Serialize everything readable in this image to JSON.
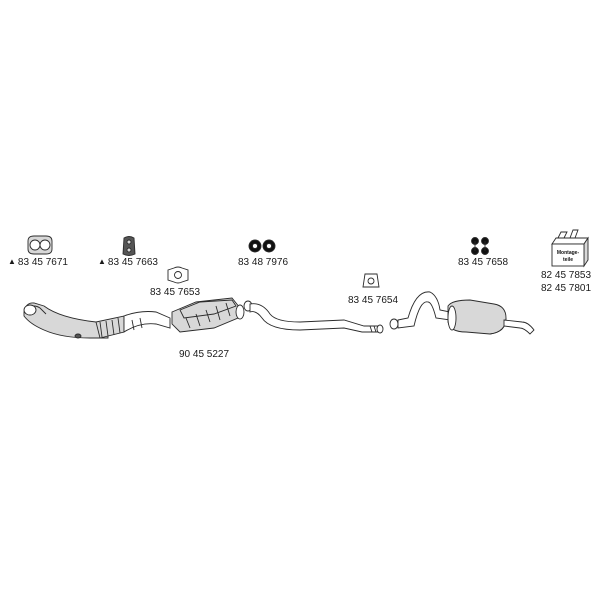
{
  "parts": [
    {
      "id": "gasket-front",
      "marker": "▲",
      "number": "83 45 7671"
    },
    {
      "id": "gasket-flange",
      "marker": "▲",
      "number": "83 45 7663"
    },
    {
      "id": "gasket-cat-inlet",
      "marker": "",
      "number": "83 45 7653"
    },
    {
      "id": "rubber-mount",
      "marker": "",
      "number": "83 48 7976"
    },
    {
      "id": "front-pipe-cat",
      "marker": "",
      "number": "90 45 5227"
    },
    {
      "id": "gasket-rear",
      "marker": "",
      "number": "83 45 7654"
    },
    {
      "id": "hanger-clips",
      "marker": "",
      "number": "83 45 7658"
    },
    {
      "id": "mounting-kit",
      "marker": "",
      "number": "82 45 7853"
    },
    {
      "id": "mounting-kit-2",
      "marker": "",
      "number": "82 45 7801"
    }
  ],
  "kit_box_text": [
    "Montage-",
    "teile"
  ],
  "icons": {
    "gasket-front": "double-ring-gasket-icon",
    "gasket-flange": "flange-gasket-icon",
    "gasket-cat-inlet": "ring-gasket-icon",
    "rubber-mount": "rubber-mount-icon",
    "gasket-rear": "triangular-gasket-icon",
    "hanger-clips": "hanger-clip-icon",
    "mounting-kit": "mounting-kit-box-icon"
  },
  "colors": {
    "line": "#2b2b2b",
    "shade": "#d8d8d8",
    "text": "#1a1a1a"
  }
}
